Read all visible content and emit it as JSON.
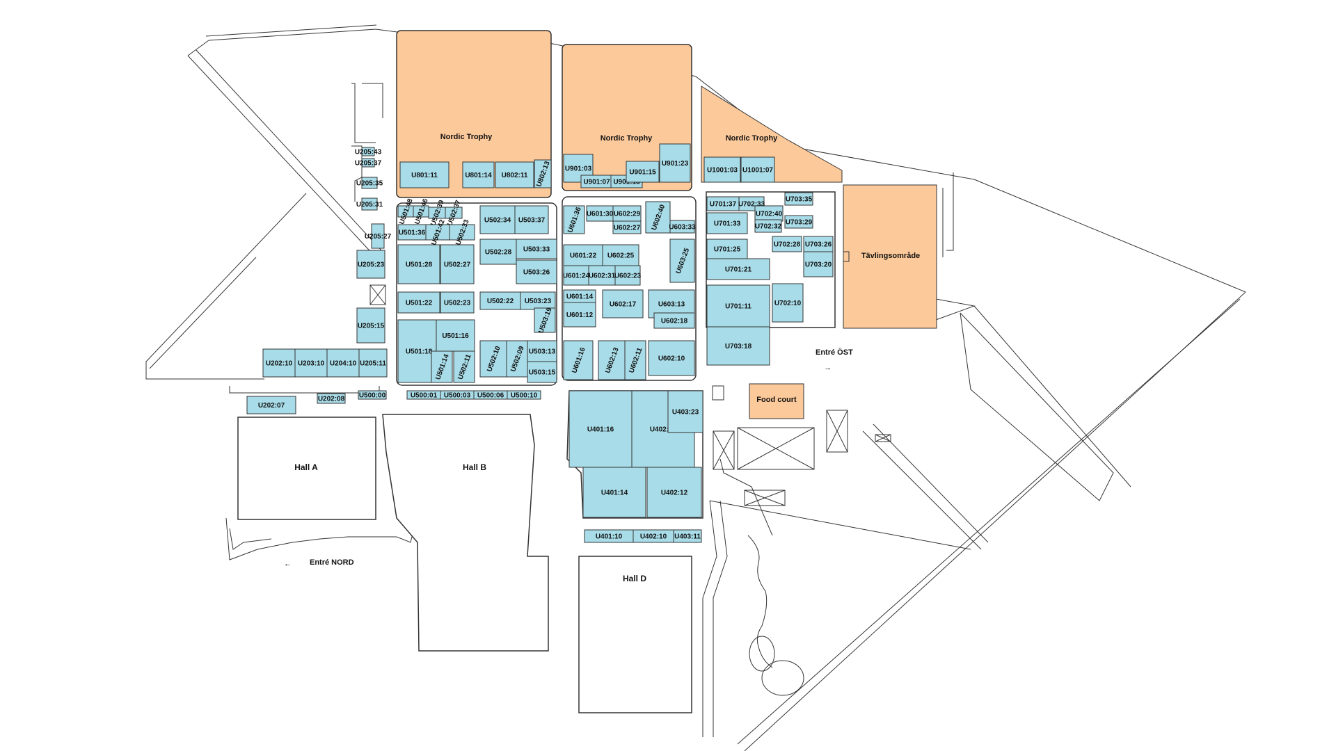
{
  "areas": [
    {
      "id": "nordic-trophy-1",
      "label": "Nordic Trophy"
    },
    {
      "id": "nordic-trophy-2",
      "label": "Nordic Trophy"
    },
    {
      "id": "nordic-trophy-3",
      "label": "Nordic Trophy"
    },
    {
      "id": "tavlingsomrade",
      "label": "Tävlingsområde"
    },
    {
      "id": "food-court",
      "label": "Food court"
    }
  ],
  "halls": [
    {
      "id": "hall-a",
      "label": "Hall A"
    },
    {
      "id": "hall-b",
      "label": "Hall B"
    },
    {
      "id": "hall-d",
      "label": "Hall D"
    }
  ],
  "entrances": [
    {
      "id": "entre-nord",
      "label": "Entré NORD",
      "arrow": "←"
    },
    {
      "id": "entre-ost",
      "label": "Entré ÖST",
      "arrow": "→"
    }
  ],
  "booths": [
    "U801:11",
    "U801:14",
    "U802:11",
    "U802:13",
    "U901:03",
    "U901:07",
    "U901:13",
    "U901:15",
    "U901:23",
    "U1001:03",
    "U1001:07",
    "U205:43",
    "U205:37",
    "U205:35",
    "U205:31",
    "U205:27",
    "U205:23",
    "U205:15",
    "U501:48",
    "U501:46",
    "U502:39",
    "U502:37",
    "U501:36",
    "U501:42",
    "U502:33",
    "U502:34",
    "U503:37",
    "U502:28",
    "U503:33",
    "U503:26",
    "U501:28",
    "U502:27",
    "U501:22",
    "U502:23",
    "U502:22",
    "U503:23",
    "U503:19",
    "U501:18",
    "U501:16",
    "U501:14",
    "U502:11",
    "U502:10",
    "U502:09",
    "U503:13",
    "U503:15",
    "U601:36",
    "U601:30",
    "U602:29",
    "U602:27",
    "U602:40",
    "U603:33",
    "U601:22",
    "U602:25",
    "U601:24",
    "U602:31",
    "U602:23",
    "U603:25",
    "U601:14",
    "U601:12",
    "U602:17",
    "U603:13",
    "U602:18",
    "U601:16",
    "U602:13",
    "U602:11",
    "U602:10",
    "U701:37",
    "U702:33",
    "U702:40",
    "U703:35",
    "U701:33",
    "U702:32",
    "U703:29",
    "U701:25",
    "U702:28",
    "U703:26",
    "U701:21",
    "U703:20",
    "U701:11",
    "U702:10",
    "U703:18",
    "U202:10",
    "U203:10",
    "U204:10",
    "U205:11",
    "U202:07",
    "U202:08",
    "U500:00",
    "U500:01",
    "U500:03",
    "U500:06",
    "U500:10",
    "U401:16",
    "U402:20",
    "U403:23",
    "U401:14",
    "U402:12",
    "U401:10",
    "U402:10",
    "U403:11"
  ]
}
